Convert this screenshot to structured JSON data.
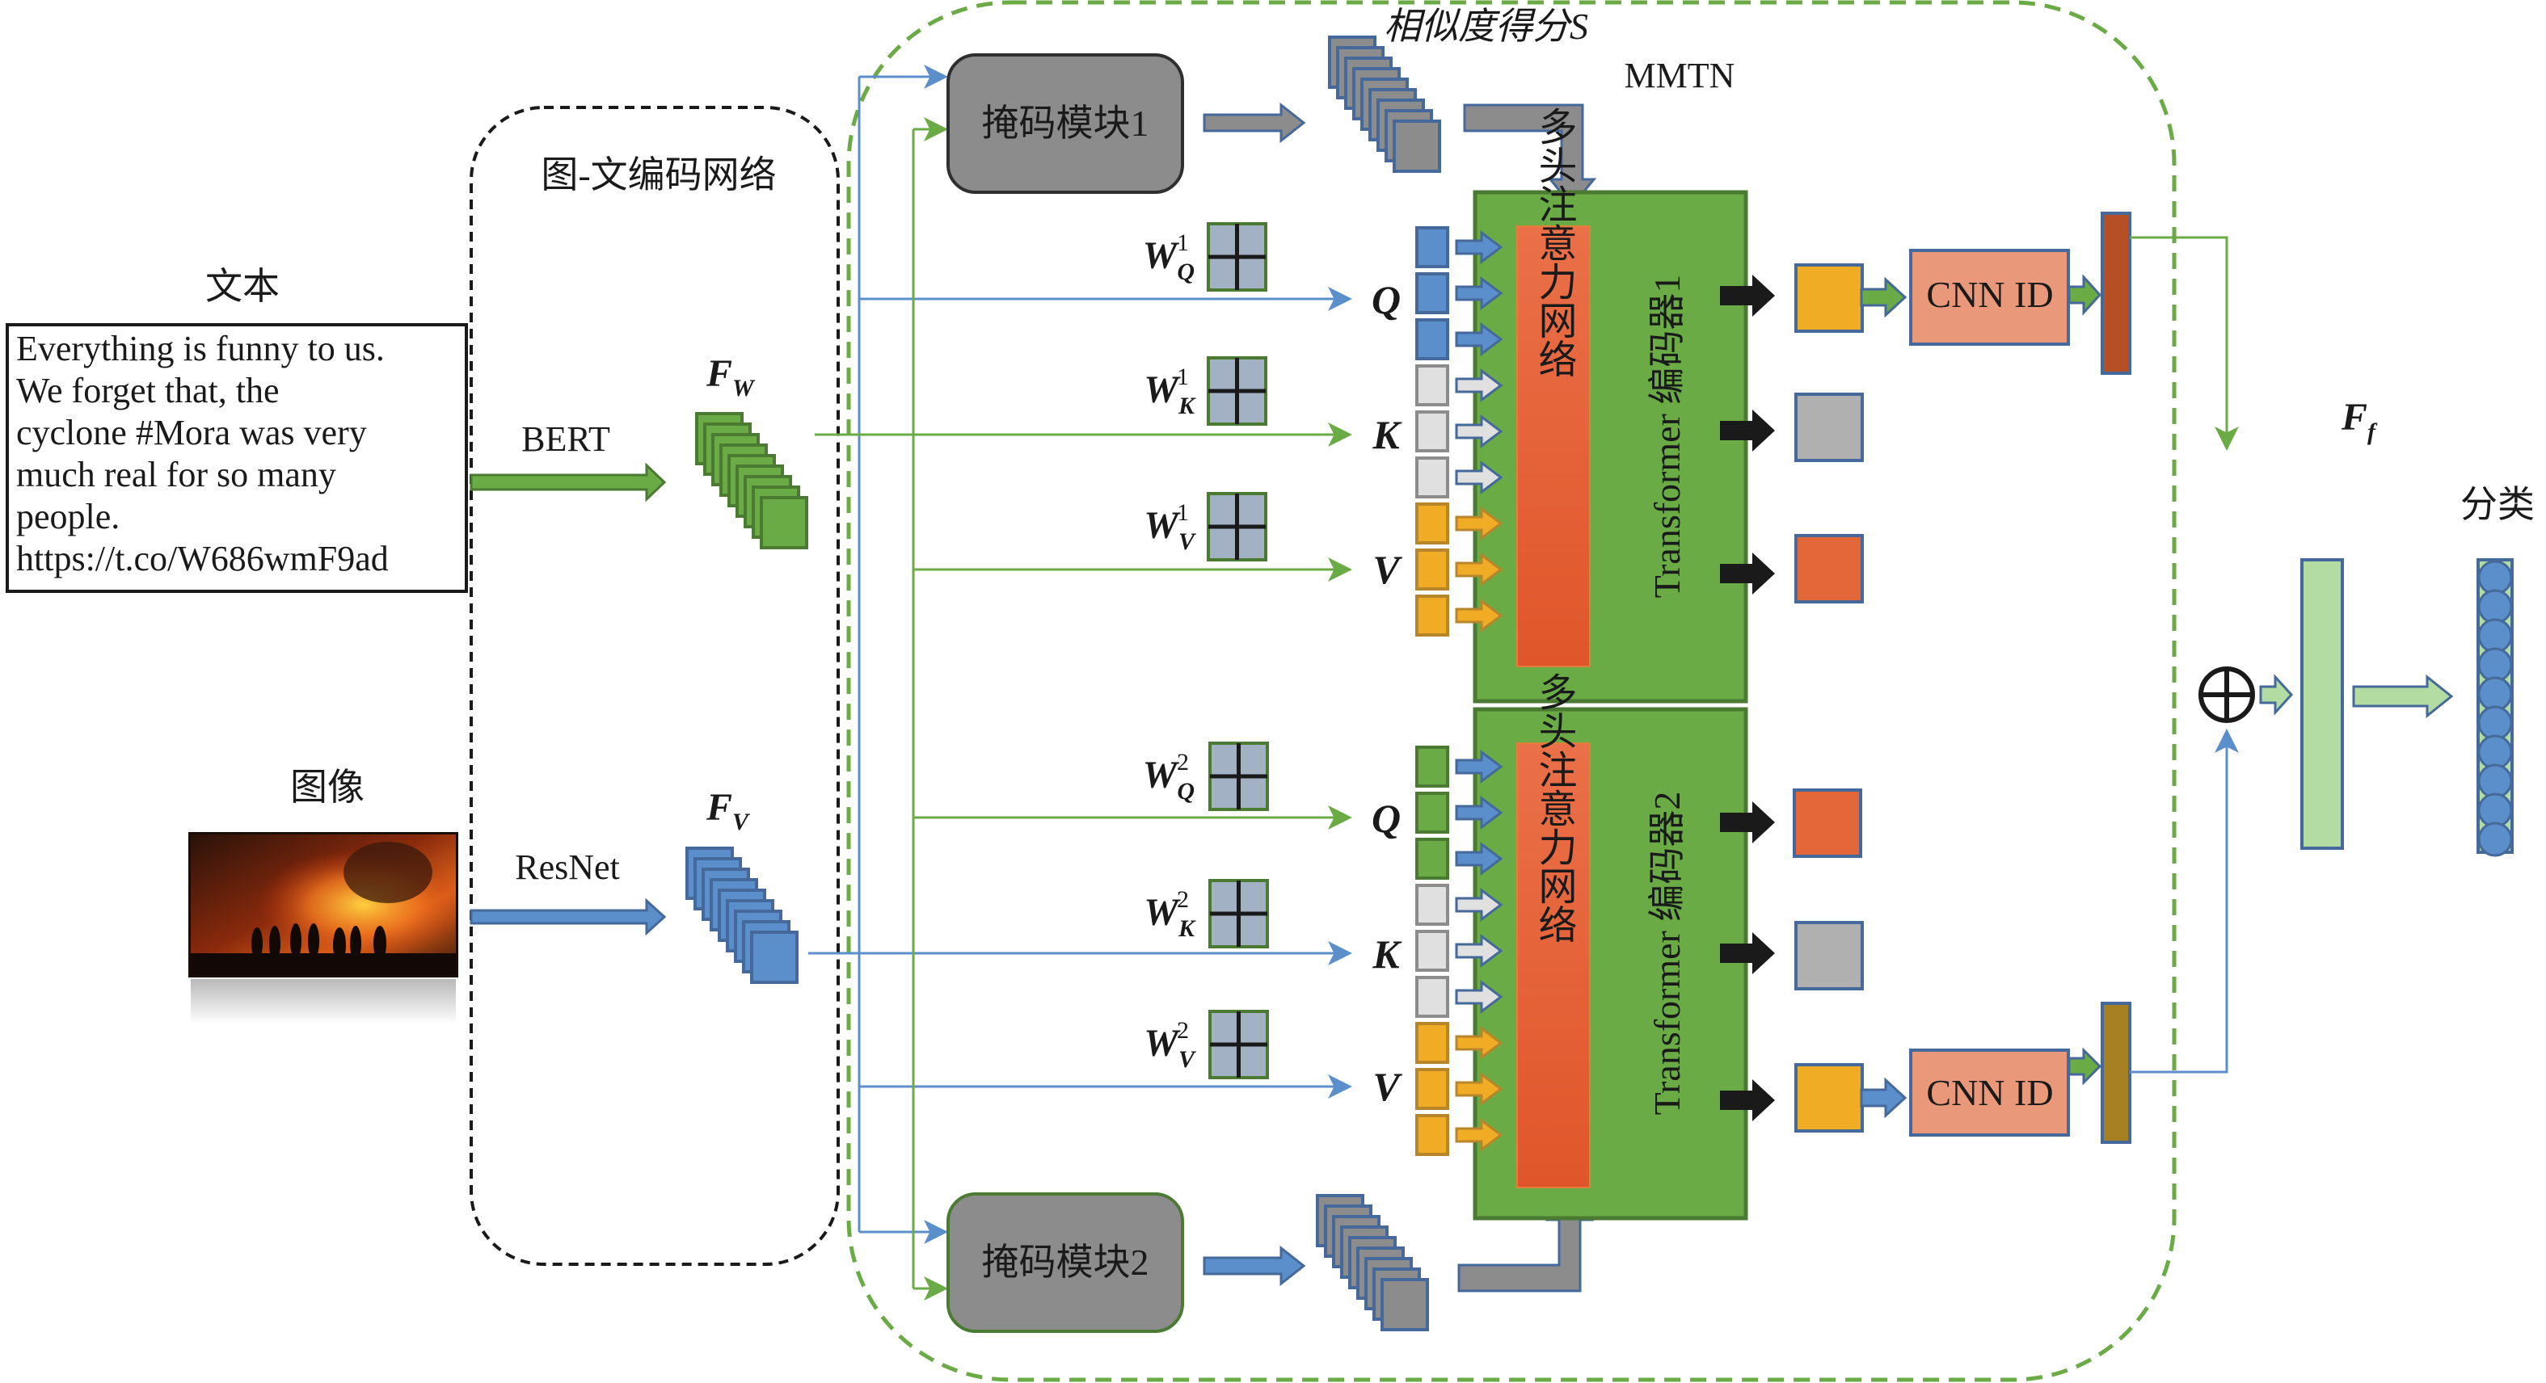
{
  "title_label": "MMTN",
  "similarity_label": "相似度得分S",
  "encoder_net_label": "图-文编码网络",
  "text_input": {
    "heading": "文本",
    "lines": [
      "Everything is funny to us.",
      "We forget that, the",
      "cyclone #Mora was very",
      "much real for so many",
      "people.",
      "https://t.co/W686wmF9ad"
    ]
  },
  "image_input": {
    "heading": "图像"
  },
  "bert_label": "BERT",
  "resnet_label": "ResNet",
  "fw_label": {
    "main": "F",
    "sub": "W"
  },
  "fv_label": {
    "main": "F",
    "sub": "V"
  },
  "ff_label": {
    "main": "F",
    "sub": "f"
  },
  "mask_module_1": "掩码模块1",
  "mask_module_2": "掩码模块2",
  "attention_label": "多头注意力网络",
  "encoder_1": {
    "title": "Transformer 编码器1",
    "weights": [
      {
        "main": "W",
        "sub": "Q",
        "sup": "1"
      },
      {
        "main": "W",
        "sub": "K",
        "sup": "1"
      },
      {
        "main": "W",
        "sub": "V",
        "sup": "1"
      }
    ],
    "inputs": [
      "Q",
      "K",
      "V"
    ]
  },
  "encoder_2": {
    "title": "Transformer 编码器2",
    "weights": [
      {
        "main": "W",
        "sub": "Q",
        "sup": "2"
      },
      {
        "main": "W",
        "sub": "K",
        "sup": "2"
      },
      {
        "main": "W",
        "sub": "V",
        "sup": "2"
      }
    ],
    "inputs": [
      "Q",
      "K",
      "V"
    ]
  },
  "cnn_label_1": "CNN ID",
  "cnn_label_2": "CNN ID",
  "classification_label": "分类",
  "fusion_symbol": "⊕",
  "colors": {
    "green": "#6aab46",
    "green_dark": "#4b7a32",
    "blue": "#5b8fcb",
    "blue_border": "#44699a",
    "gray": "#8c8c8c",
    "orange": "#ea6a3a",
    "yellow": "#f0ac24",
    "light_gray": "#e0e0e0",
    "salmon": "#e9997a",
    "rust": "#b64f23",
    "olive": "#a88024",
    "light_green": "#b3dca3",
    "weight_fill": "#a3b1c4"
  }
}
